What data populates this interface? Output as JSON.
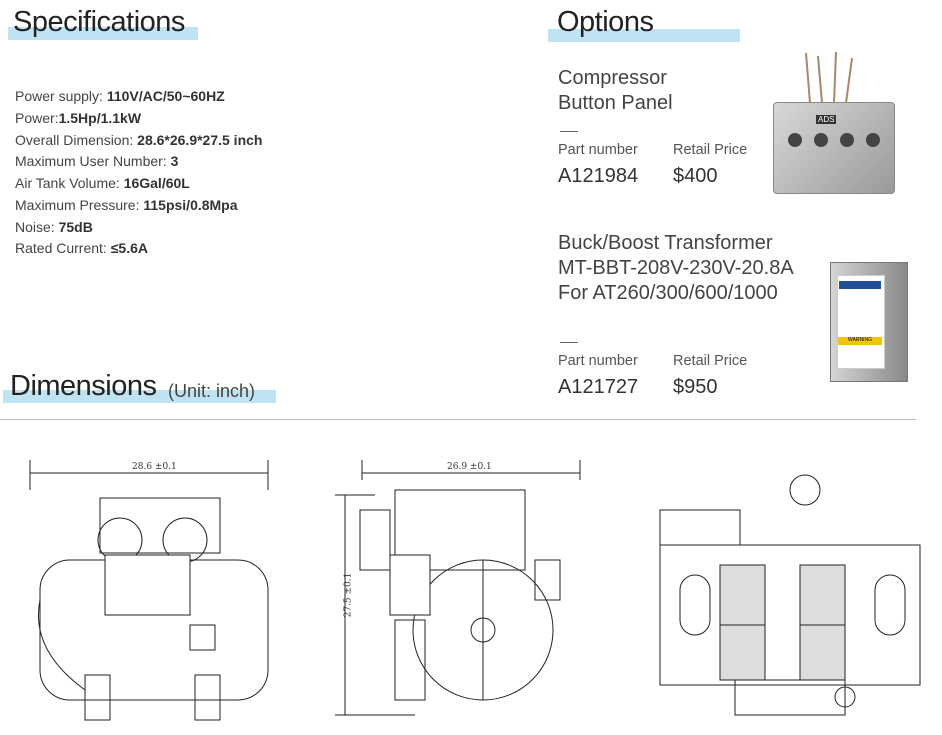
{
  "specifications": {
    "title": "Specifications",
    "items": [
      {
        "label": "Power supply: ",
        "value": "110V/AC/50~60HZ"
      },
      {
        "label": "Power:",
        "value": "1.5Hp/1.1kW"
      },
      {
        "label": "Overall Dimension: ",
        "value": "28.6*26.9*27.5 inch"
      },
      {
        "label": "Maximum User Number: ",
        "value": "3"
      },
      {
        "label": "Air Tank Volume: ",
        "value": "16Gal/60L"
      },
      {
        "label": "Maximum Pressure: ",
        "value": "115psi/0.8Mpa"
      },
      {
        "label": "Noise: ",
        "value": "75dB"
      },
      {
        "label": "Rated Current: ",
        "value": "≤5.6A"
      }
    ]
  },
  "options": {
    "title": "Options",
    "items": [
      {
        "name_lines": [
          "Compressor",
          "Button Panel"
        ],
        "part_label": "Part number",
        "part": "A121984",
        "price_label": "Retail Price",
        "price": "$400",
        "logo": "ADS"
      },
      {
        "name_lines": [
          "Buck/Boost Transformer",
          "MT-BBT-208V-230V-20.8A",
          "For AT260/300/600/1000"
        ],
        "part_label": "Part number",
        "part": "A121727",
        "price_label": "Retail Price",
        "price": "$950",
        "logo": "WARNING"
      }
    ]
  },
  "dimensions": {
    "title": "Dimensions",
    "unit": "(Unit: inch)",
    "width": "28.6 ±0.1",
    "depth": "26.9 ±0.1",
    "height": "27.5 ±0.1"
  }
}
